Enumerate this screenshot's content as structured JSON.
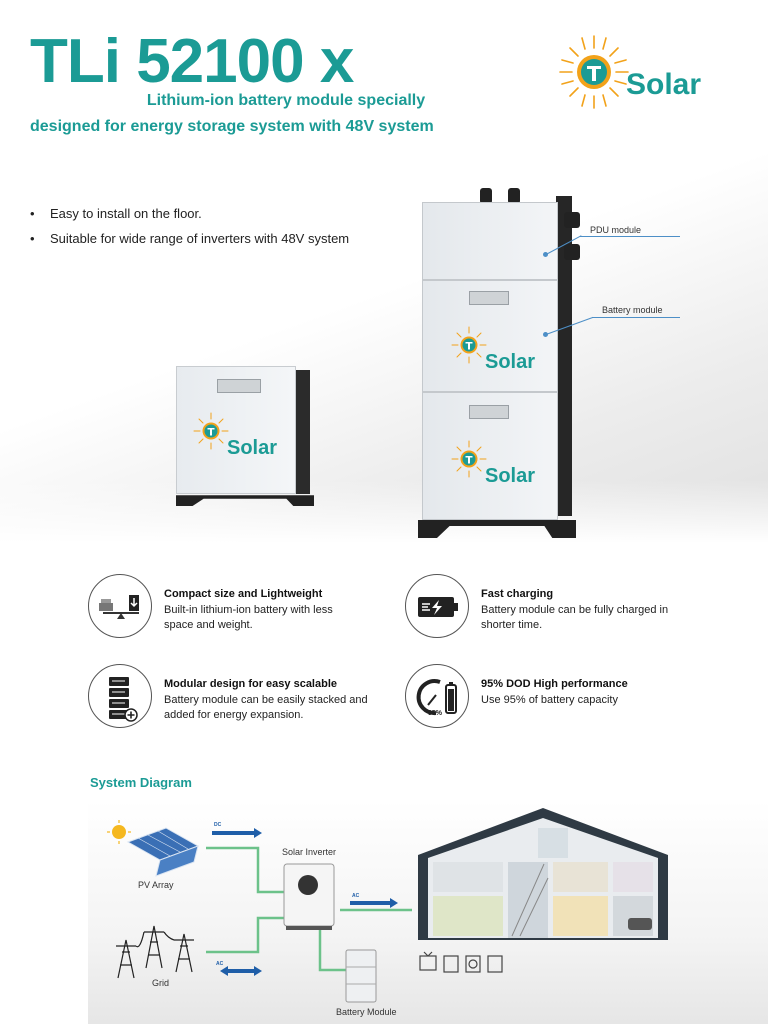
{
  "header": {
    "title": "TLi 52100 x",
    "subtitle_line1": "Lithium-ion battery module specially",
    "subtitle_line2": "designed for energy storage system with 48V system"
  },
  "brand": {
    "name": "Solar",
    "mark_letter": "T",
    "color": "#1b9b95",
    "sun_color": "#f2a21a"
  },
  "bullets": [
    "Easy to install on the floor.",
    "Suitable for wide range of inverters with 48V system"
  ],
  "product": {
    "callouts": {
      "pdu": "PDU module",
      "battery": "Battery module"
    },
    "module_brand": "Solar"
  },
  "features": [
    {
      "title": "Compact size and Lightweight",
      "desc": "Built-in lithium-ion battery with less space and weight.",
      "icon": "scale-icon"
    },
    {
      "title": "Fast charging",
      "desc": "Battery module can be fully charged in shorter time.",
      "icon": "battery-charging-icon"
    },
    {
      "title": "Modular design for easy scalable",
      "desc": "Battery module can be easily stacked and added for energy expansion.",
      "icon": "stack-modules-icon"
    },
    {
      "title": "95% DOD High performance",
      "desc": "Use 95% of battery capacity",
      "icon": "gauge-battery-icon",
      "icon_text": "95%"
    }
  ],
  "system_diagram": {
    "title": "System Diagram",
    "labels": {
      "pv": "PV Array",
      "inverter": "Solar Inverter",
      "grid": "Grid",
      "battery": "Battery Module"
    },
    "tags": {
      "dc": "DC",
      "ac_house": "AC",
      "ac_grid": "AC"
    },
    "line_color": "#6cc28a",
    "arrow_color": "#1f5ea8"
  }
}
